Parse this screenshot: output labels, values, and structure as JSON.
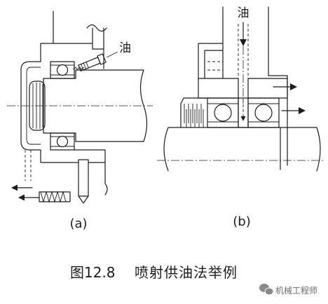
{
  "panel_a": {
    "label": "(a)",
    "oil_label": "油"
  },
  "panel_b": {
    "label": "(b)",
    "oil_label": "油"
  },
  "caption": {
    "figure_number": "图12.8",
    "title": "喷射供油法举例"
  },
  "watermark": {
    "text": "机械工程师",
    "icon": "wechat-icon"
  },
  "colors": {
    "line": "#1c1c1c",
    "background": "#ffffff",
    "watermark": "#6b6b6b"
  }
}
